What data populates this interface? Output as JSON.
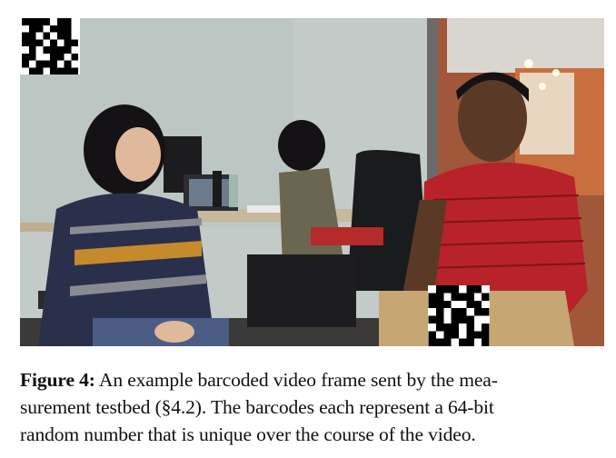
{
  "figure": {
    "photo": {
      "description_icon": "photo-of-three-people-in-office"
    },
    "barcodes": [
      {
        "id": "top-left",
        "icon": "barcode-icon"
      },
      {
        "id": "bottom",
        "icon": "barcode-icon"
      }
    ],
    "caption": {
      "label": "Figure 4:",
      "line1": " An example barcoded video frame sent by the mea-",
      "line2": "surement testbed (§4.2). The barcodes each represent a 64-bit",
      "line3": "random number that is unique over the course of the video."
    }
  },
  "colors": {
    "wall": "#b9c2bf",
    "shirt_red": "#b8222a",
    "sweater_navy": "#2a2f4c",
    "skin_dark": "#5a3a26",
    "skin_light": "#c79a7e",
    "hair": "#141214"
  }
}
